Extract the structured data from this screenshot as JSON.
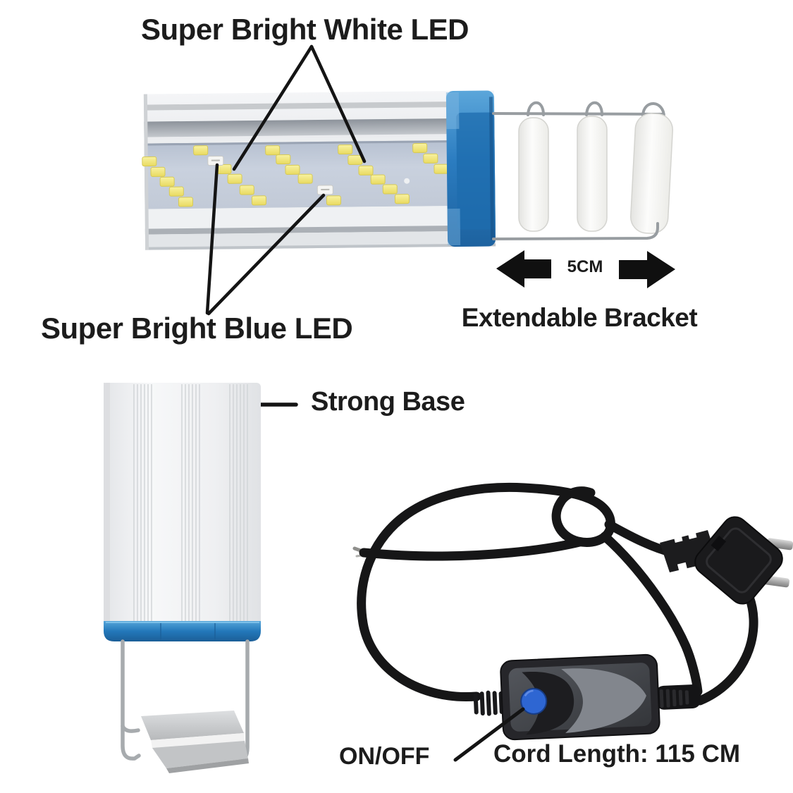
{
  "figure": {
    "type": "product-callout-diagram",
    "background": "#ffffff"
  },
  "labels": {
    "white_led": "Super Bright White LED",
    "blue_led": "Super Bright Blue LED",
    "extendable_bracket": "Extendable Bracket",
    "extension_distance": "5CM",
    "strong_base": "Strong Base",
    "power_switch": "ON/OFF",
    "cord_length": "Cord Length: 115 CM"
  },
  "colors": {
    "text": "#1c1c1c",
    "annotation_line": "#141414",
    "arrow_black": "#101010",
    "led_yellow": "#eedd6a",
    "led_white": "#f5f5f3",
    "end_cap_blue": "#2b7cc0",
    "base_band_blue": "#2378ba",
    "switch_button_blue": "#2e66d2",
    "cable_black": "#161617",
    "metal_silver": "#b9bdc1"
  }
}
